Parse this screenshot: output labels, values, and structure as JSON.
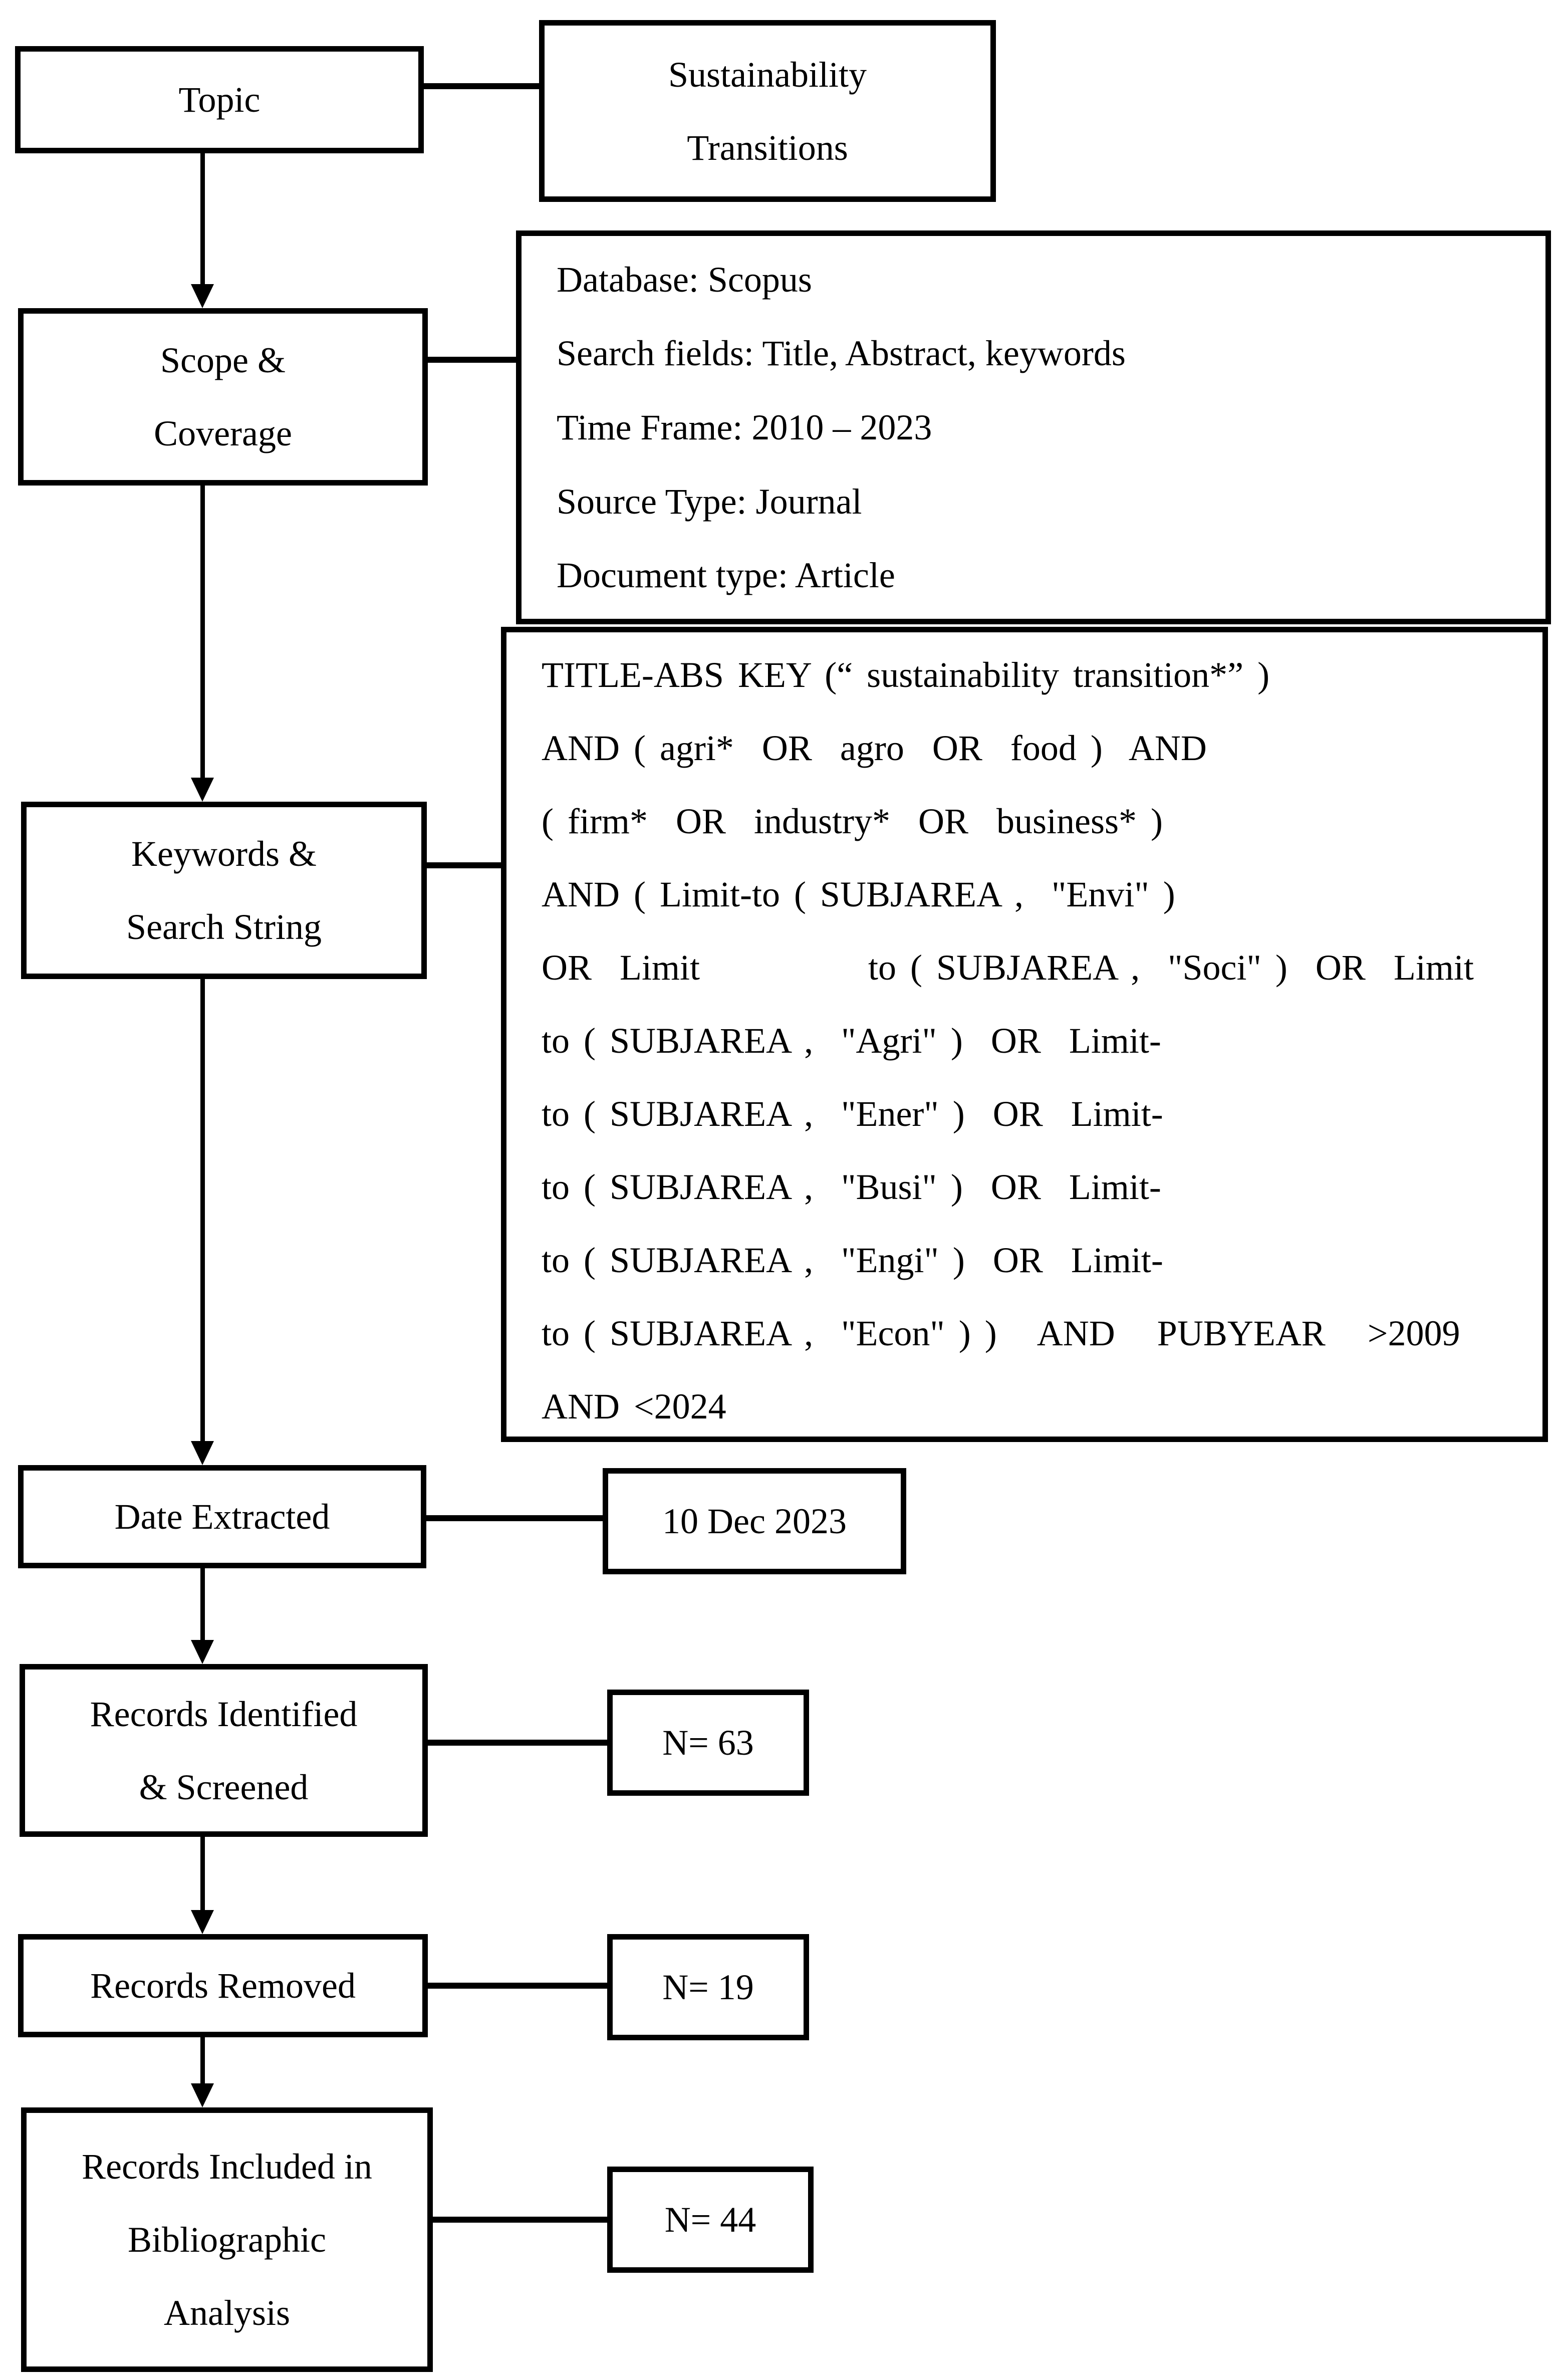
{
  "colors": {
    "ink": "#000000",
    "background": "#ffffff"
  },
  "flow": {
    "topic": {
      "label": [
        "Topic"
      ],
      "detail": [
        "Sustainability",
        "Transitions"
      ]
    },
    "scope": {
      "label": [
        "Scope &",
        "Coverage"
      ],
      "detail": [
        "Database: Scopus",
        "Search fields: Title, Abstract, keywords",
        "Time Frame: 2010 – 2023",
        "Source Type: Journal",
        "Document type: Article"
      ]
    },
    "keywords": {
      "label": [
        "Keywords &",
        "Search String"
      ],
      "detail": [
        "TITLE-ABS KEY (“ sustainability transition*” )",
        "AND ( agri*  OR  agro  OR  food )  AND",
        "( firm*  OR  industry*  OR  business* )",
        "AND ( Limit-to ( SUBJAREA ,  \"Envi\" )",
        "OR  Limit            to ( SUBJAREA ,  \"Soci\" )  OR  Limit",
        "to ( SUBJAREA ,  \"Agri\" )  OR  Limit-",
        "to ( SUBJAREA ,  \"Ener\" )  OR  Limit-",
        "to ( SUBJAREA ,  \"Busi\" )  OR  Limit-",
        "to ( SUBJAREA ,  \"Engi\" )  OR  Limit-",
        "to ( SUBJAREA ,  \"Econ\" ) )   AND   PUBYEAR   >2009",
        "AND <2024"
      ]
    },
    "date": {
      "label": [
        "Date Extracted"
      ],
      "detail": [
        "10 Dec 2023"
      ]
    },
    "identified": {
      "label": [
        "Records Identified",
        "& Screened"
      ],
      "detail": [
        "N= 63"
      ]
    },
    "removed": {
      "label": [
        "Records Removed"
      ],
      "detail": [
        "N= 19"
      ]
    },
    "included": {
      "label": [
        "Records Included in",
        "Bibliographic",
        "Analysis"
      ],
      "detail": [
        "N= 44"
      ]
    }
  }
}
